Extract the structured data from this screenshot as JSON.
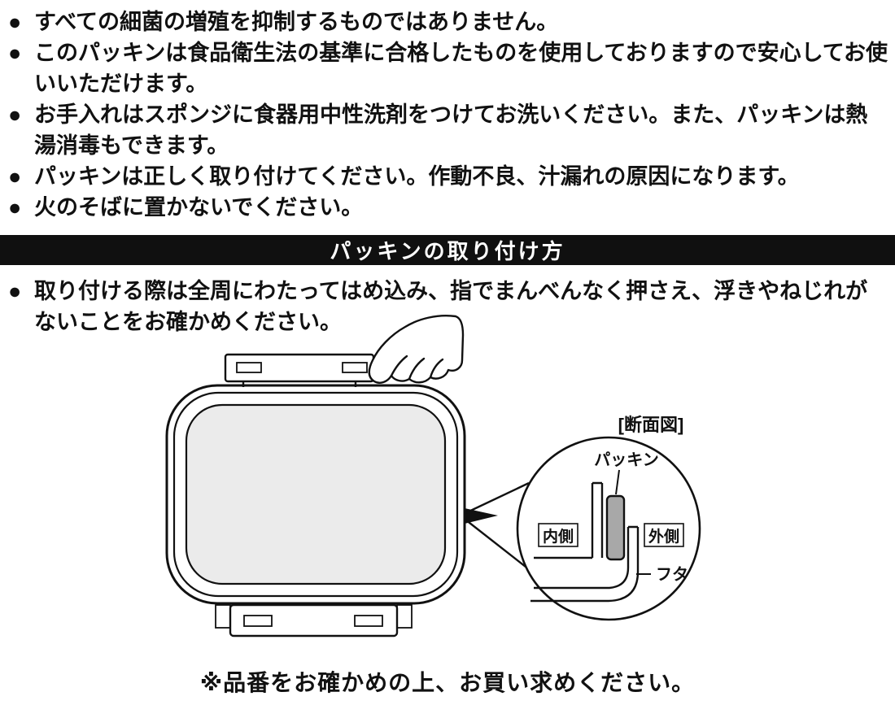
{
  "notes": {
    "bullet": "●",
    "items": [
      {
        "text": "すべての細菌の増殖を抑制するものではありません。"
      },
      {
        "text": "このパッキンは食品衛生法の基準に合格したものを使用しておりますので安心してお使いいただけます。"
      },
      {
        "text": "お手入れはスポンジに食器用中性洗剤をつけてお洗いください。また、パッキンは熱湯消毒もできます。"
      },
      {
        "text": "パッキンは正しく取り付けてください。作動不良、汁漏れの原因になります。"
      },
      {
        "text": "火のそばに置かないでください。"
      }
    ]
  },
  "section": {
    "header": "パッキンの取り付け方",
    "instruction": "取り付ける際は全周にわたってはめ込み、指でまんべんなく押さえ、浮きやねじれがないことをお確かめください。"
  },
  "diagram": {
    "caption": "[断面図]",
    "labels": {
      "packing": "パッキン",
      "inside": "内側",
      "outside": "外側",
      "lid": "フタ"
    }
  },
  "footer": {
    "note": "※品番をお確かめの上、お買い求めください。"
  },
  "colors": {
    "bar_background": "#101010",
    "bar_text": "#ffffff",
    "box_fill": "#ebebeb",
    "packing_fill": "#a8a8a8",
    "line": "#111111"
  }
}
